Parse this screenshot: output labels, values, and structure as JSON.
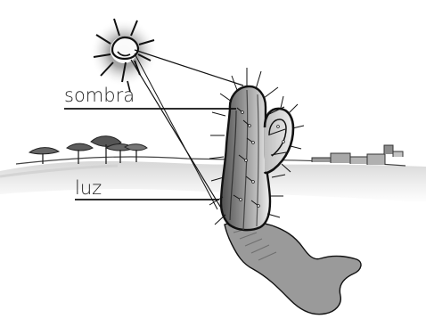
{
  "labels": {
    "shadow": "sombra",
    "light": "luz"
  },
  "icons": {
    "sun": "sun-icon",
    "cactus": "cactus-icon",
    "trees": "tree-icon",
    "buildings": "building-icon",
    "shadow": "shadow-shape"
  },
  "colors": {
    "ink": "#222222",
    "ground_shade": "#cfcfcf",
    "sun_glow": "#8f8f8f",
    "cactus_fill": "#8a8a8a",
    "cactus_light": "#d8d8d8",
    "shadow": "#9a9a9a"
  }
}
